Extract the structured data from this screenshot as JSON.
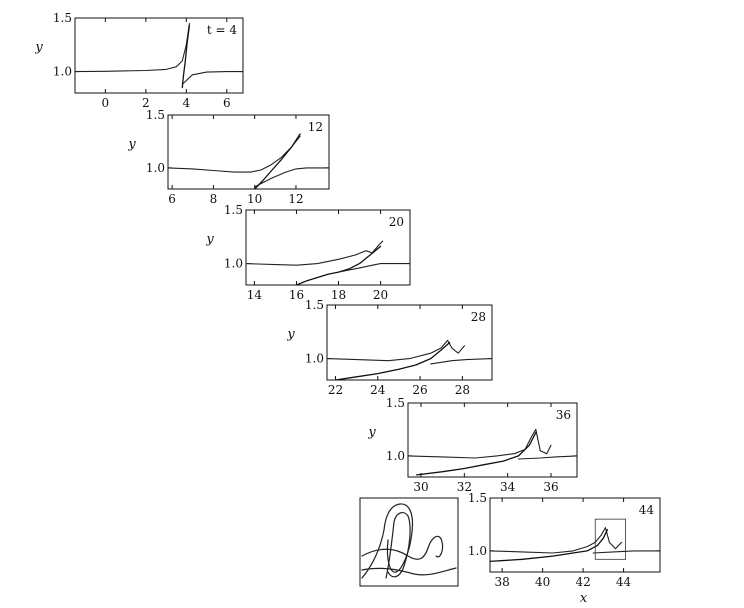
{
  "chart_data": [
    {
      "type": "line",
      "annotation": "t = 4",
      "xlabel": "",
      "ylabel": "y",
      "xlim": [
        -1.5,
        6.8
      ],
      "ylim": [
        0.8,
        1.5
      ],
      "xticks": [
        "0",
        "2",
        "4",
        "6"
      ],
      "yticks": [
        "1.0",
        "1.5"
      ],
      "series": [
        {
          "x": [
            -1.5,
            0,
            2,
            3,
            3.5,
            3.8,
            4.0,
            4.15
          ],
          "y": [
            1.0,
            1.003,
            1.01,
            1.02,
            1.045,
            1.1,
            1.25,
            1.45
          ]
        },
        {
          "x": [
            3.8,
            3.85,
            3.95,
            4.05,
            4.15
          ],
          "y": [
            0.85,
            0.95,
            1.1,
            1.28,
            1.43
          ]
        },
        {
          "x": [
            3.8,
            4.3,
            5.0,
            6.0,
            6.8
          ],
          "y": [
            0.88,
            0.97,
            0.995,
            1.0,
            1.0
          ]
        }
      ]
    },
    {
      "type": "line",
      "annotation": "12",
      "xlabel": "",
      "ylabel": "y",
      "xlim": [
        5.8,
        13.6
      ],
      "ylim": [
        0.8,
        1.5
      ],
      "xticks": [
        "6",
        "8",
        "10",
        "12"
      ],
      "yticks": [
        "1.0",
        "1.5"
      ],
      "series": [
        {
          "x": [
            5.8,
            7,
            8,
            9,
            9.8,
            10.3,
            10.8,
            11.3,
            11.8,
            12.2
          ],
          "y": [
            1.0,
            0.99,
            0.975,
            0.96,
            0.96,
            0.98,
            1.03,
            1.1,
            1.2,
            1.3
          ]
        },
        {
          "x": [
            10.0,
            10.4,
            10.8,
            11.3,
            11.8,
            12.2
          ],
          "y": [
            0.8,
            0.88,
            0.97,
            1.08,
            1.2,
            1.32
          ]
        },
        {
          "x": [
            10.0,
            10.8,
            11.5,
            12.0,
            12.5,
            13.6
          ],
          "y": [
            0.82,
            0.9,
            0.96,
            0.99,
            1.0,
            1.0
          ]
        }
      ]
    },
    {
      "type": "line",
      "annotation": "20",
      "xlabel": "",
      "ylabel": "y",
      "xlim": [
        13.6,
        21.4
      ],
      "ylim": [
        0.8,
        1.5
      ],
      "xticks": [
        "14",
        "16",
        "18",
        "20"
      ],
      "yticks": [
        "1.0",
        "1.5"
      ],
      "series": [
        {
          "x": [
            13.6,
            15,
            16,
            17,
            18,
            18.8,
            19.3,
            19.6,
            19.9,
            20.1
          ],
          "y": [
            1.0,
            0.99,
            0.985,
            1.0,
            1.04,
            1.08,
            1.12,
            1.1,
            1.17,
            1.21
          ]
        },
        {
          "x": [
            16.0,
            16.5,
            17,
            17.5,
            18,
            18.5,
            19,
            19.5,
            20.0
          ],
          "y": [
            0.8,
            0.84,
            0.87,
            0.9,
            0.92,
            0.95,
            1.0,
            1.08,
            1.16
          ]
        },
        {
          "x": [
            18.0,
            19,
            19.5,
            20,
            21.4
          ],
          "y": [
            0.92,
            0.96,
            0.98,
            1.0,
            1.0
          ]
        }
      ]
    },
    {
      "type": "line",
      "annotation": "28",
      "xlabel": "",
      "ylabel": "y",
      "xlim": [
        21.6,
        29.4
      ],
      "ylim": [
        0.8,
        1.5
      ],
      "xticks": [
        "22",
        "24",
        "26",
        "28"
      ],
      "yticks": [
        "1.0",
        "1.5"
      ],
      "series": [
        {
          "x": [
            21.6,
            23,
            24.5,
            25.5,
            26.5,
            27.0,
            27.3,
            27.5,
            27.8,
            28.1
          ],
          "y": [
            1.0,
            0.99,
            0.98,
            1.0,
            1.05,
            1.1,
            1.17,
            1.1,
            1.05,
            1.12
          ]
        },
        {
          "x": [
            22.0,
            23,
            24,
            25,
            25.8,
            26.5,
            27.0,
            27.4
          ],
          "y": [
            0.8,
            0.83,
            0.86,
            0.9,
            0.94,
            1.0,
            1.08,
            1.15
          ]
        },
        {
          "x": [
            26.5,
            27.5,
            28.2,
            29.4
          ],
          "y": [
            0.95,
            0.98,
            0.99,
            1.0
          ]
        }
      ]
    },
    {
      "type": "line",
      "annotation": "36",
      "xlabel": "",
      "ylabel": "y",
      "xlim": [
        29.4,
        37.2
      ],
      "ylim": [
        0.8,
        1.5
      ],
      "xticks": [
        "30",
        "32",
        "34",
        "36"
      ],
      "yticks": [
        "1.0",
        "1.5"
      ],
      "series": [
        {
          "x": [
            29.4,
            31,
            32.5,
            33.5,
            34.3,
            34.8,
            35.1,
            35.3,
            35.5,
            35.8,
            36.0
          ],
          "y": [
            1.0,
            0.99,
            0.98,
            1.0,
            1.02,
            1.06,
            1.18,
            1.25,
            1.05,
            1.02,
            1.1
          ]
        },
        {
          "x": [
            29.8,
            31,
            32,
            33,
            33.8,
            34.5,
            35.0,
            35.3
          ],
          "y": [
            0.82,
            0.85,
            0.88,
            0.92,
            0.95,
            1.0,
            1.1,
            1.22
          ]
        },
        {
          "x": [
            34.5,
            35.5,
            36.2,
            37.2
          ],
          "y": [
            0.97,
            0.98,
            0.99,
            1.0
          ]
        }
      ]
    },
    {
      "type": "line",
      "annotation": "44",
      "xlabel": "x",
      "ylabel": "y",
      "xlim": [
        37.4,
        45.8
      ],
      "ylim": [
        0.8,
        1.5
      ],
      "xticks": [
        "38",
        "40",
        "42",
        "44"
      ],
      "yticks": [
        "1.0",
        "1.5"
      ],
      "series": [
        {
          "x": [
            37.4,
            39,
            40.5,
            41.5,
            42.2,
            42.6,
            42.9,
            43.1,
            43.3,
            43.6,
            43.9
          ],
          "y": [
            1.0,
            0.99,
            0.98,
            1.0,
            1.04,
            1.08,
            1.15,
            1.22,
            1.08,
            1.02,
            1.08
          ]
        },
        {
          "x": [
            37.4,
            39,
            40.5,
            41.5,
            42.2,
            42.7,
            43.0,
            43.2
          ],
          "y": [
            0.9,
            0.92,
            0.95,
            0.98,
            1.0,
            1.05,
            1.12,
            1.2
          ]
        },
        {
          "x": [
            42.5,
            43.5,
            44.5,
            45.8
          ],
          "y": [
            0.98,
            0.99,
            1.0,
            1.0
          ]
        }
      ]
    }
  ]
}
